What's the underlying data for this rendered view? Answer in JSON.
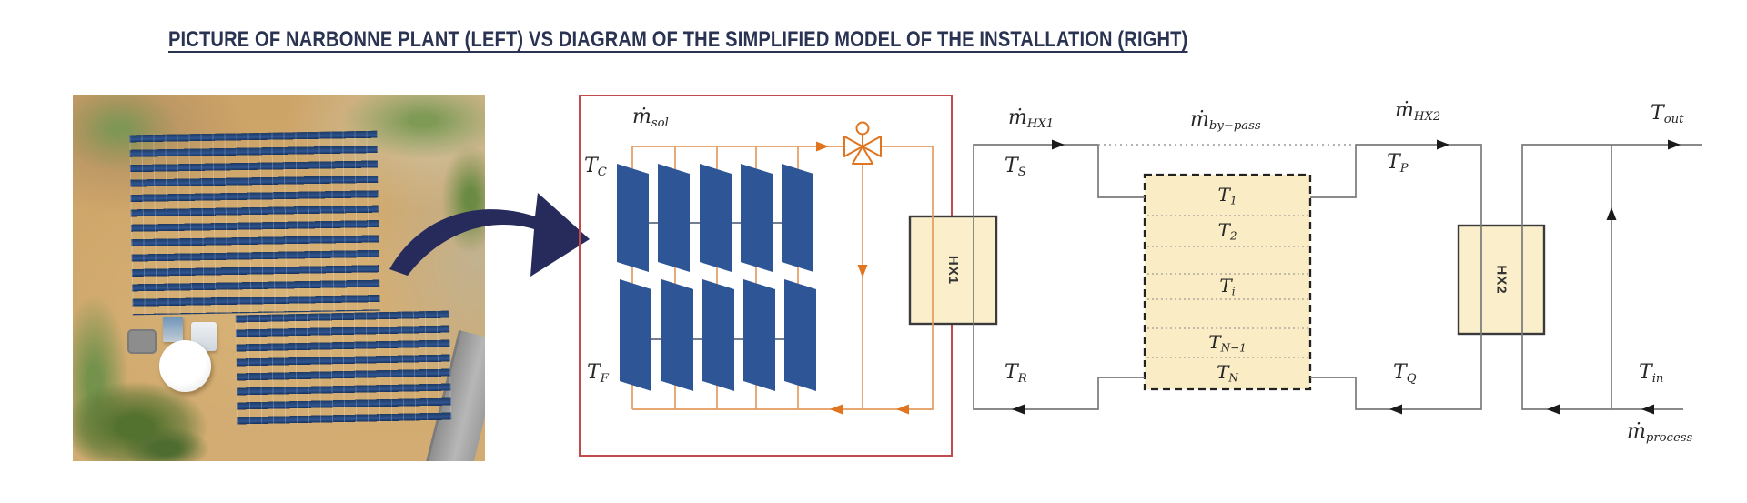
{
  "title": {
    "text": "PICTURE OF NARBONNE PLANT (LEFT) VS DIAGRAM OF THE SIMPLIFIED MODEL OF THE INSTALLATION (RIGHT)"
  },
  "colors": {
    "title_navy": "#2A3352",
    "arrow_navy": "#262B5B",
    "solar_box_red": "#C34A4A",
    "panel_blue": "#2E5696",
    "pipe_orange": "#E49B5F",
    "pipe_arrow_orange": "#E0741F",
    "hx_fill_cream": "#FBEECA",
    "tank_fill_cream": "#FAECC5",
    "flow_line_gray": "#7A7A7A"
  },
  "diagram": {
    "solar": {
      "m_sol": {
        "main": "ṁ",
        "sub": "sol"
      },
      "t_c": {
        "main": "T",
        "sub": "C"
      },
      "t_f": {
        "main": "T",
        "sub": "F"
      }
    },
    "hx1_label": "HX1",
    "hx2_label": "HX2",
    "charge_loop": {
      "m_hx1": {
        "main": "ṁ",
        "sub": "HX1"
      },
      "t_s": {
        "main": "T",
        "sub": "S"
      },
      "t_r": {
        "main": "T",
        "sub": "R"
      }
    },
    "bypass": {
      "m_bypass": {
        "main": "ṁ",
        "sub": "by−pass"
      }
    },
    "discharge_loop": {
      "m_hx2": {
        "main": "ṁ",
        "sub": "HX2"
      },
      "t_p": {
        "main": "T",
        "sub": "P"
      },
      "t_q": {
        "main": "T",
        "sub": "Q"
      }
    },
    "process_loop": {
      "t_out": {
        "main": "T",
        "sub": "out"
      },
      "t_in": {
        "main": "T",
        "sub": "in"
      },
      "m_process": {
        "main": "ṁ",
        "sub": "process"
      }
    },
    "tank": {
      "layers": [
        {
          "main": "T",
          "sub": "1"
        },
        {
          "main": "T",
          "sub": "2"
        },
        {
          "main": "T",
          "sub": "i"
        },
        {
          "main": "T",
          "sub": "N−1"
        },
        {
          "main": "T",
          "sub": "N"
        }
      ]
    }
  }
}
